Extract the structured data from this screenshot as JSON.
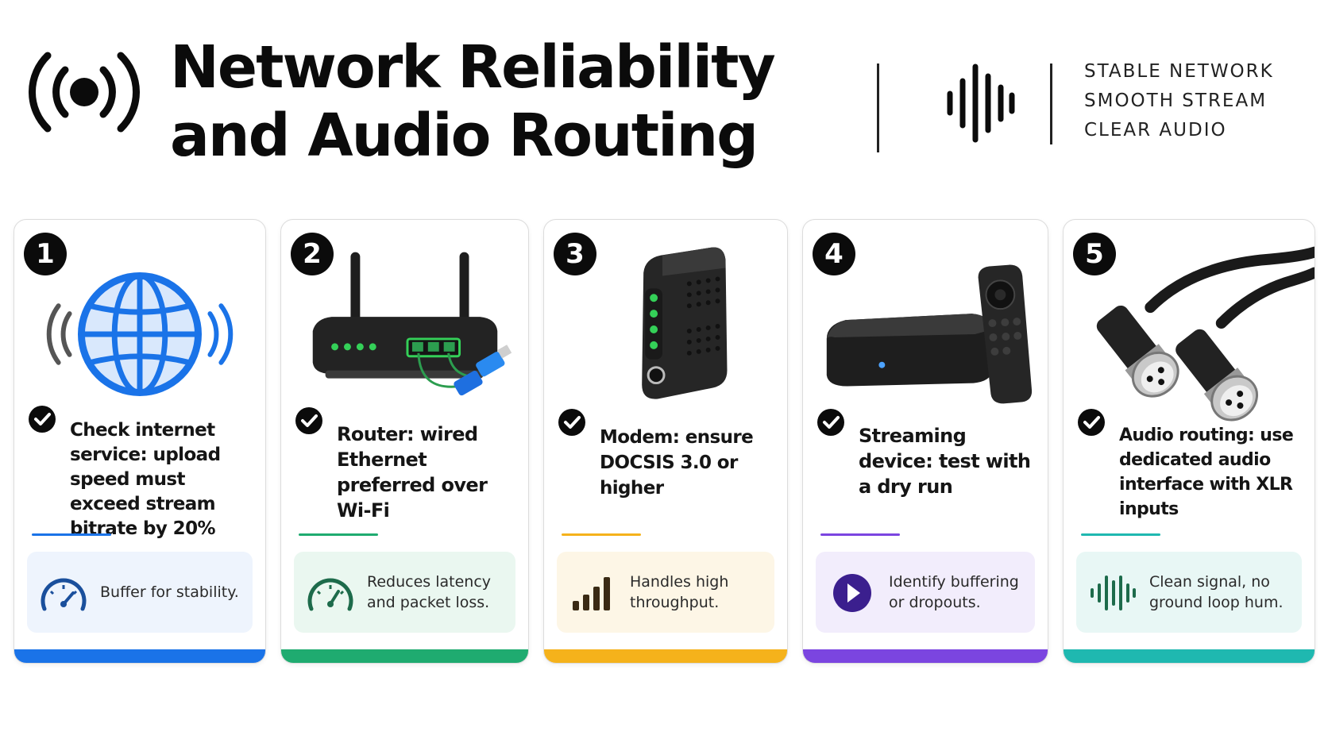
{
  "header": {
    "title_line1": "Network Reliability",
    "title_line2": "and Audio Routing",
    "taglines": [
      "STABLE NETWORK",
      "SMOOTH STREAM",
      "CLEAR AUDIO"
    ],
    "icons": [
      "broadcast-icon",
      "sound-wave-icon"
    ]
  },
  "cards": [
    {
      "number": "1",
      "headline": "Check internet service: upload speed must exceed stream bitrate by 20%",
      "benefit": "Buffer for stability.",
      "illustration": "globe-icon",
      "benefit_icon": "speedometer-icon",
      "accent_color": "#1a73e8",
      "tint_color": "#eef4fd"
    },
    {
      "number": "2",
      "headline": "Router: wired Ethernet preferred over Wi-Fi",
      "benefit": "Reduces latency and packet loss.",
      "illustration": "router-icon",
      "benefit_icon": "gauge-icon",
      "accent_color": "#1fab70",
      "tint_color": "#eaf7f0"
    },
    {
      "number": "3",
      "headline": "Modem: ensure DOCSIS 3.0 or higher",
      "benefit": "Handles high throughput.",
      "illustration": "modem-icon",
      "benefit_icon": "signal-bars-icon",
      "accent_color": "#f5b21b",
      "tint_color": "#fdf6e6"
    },
    {
      "number": "4",
      "headline": "Streaming device: test with a dry run",
      "benefit": "Identify buffering or dropouts.",
      "illustration": "streaming-box-icon",
      "benefit_icon": "play-icon",
      "accent_color": "#7b45e0",
      "tint_color": "#f2edfc"
    },
    {
      "number": "5",
      "headline": "Audio routing: use dedicated audio interface with XLR inputs",
      "benefit": "Clean signal, no ground loop hum.",
      "illustration": "xlr-cable-icon",
      "benefit_icon": "audio-wave-icon",
      "accent_color": "#1fb8b0",
      "tint_color": "#e8f7f5"
    }
  ]
}
